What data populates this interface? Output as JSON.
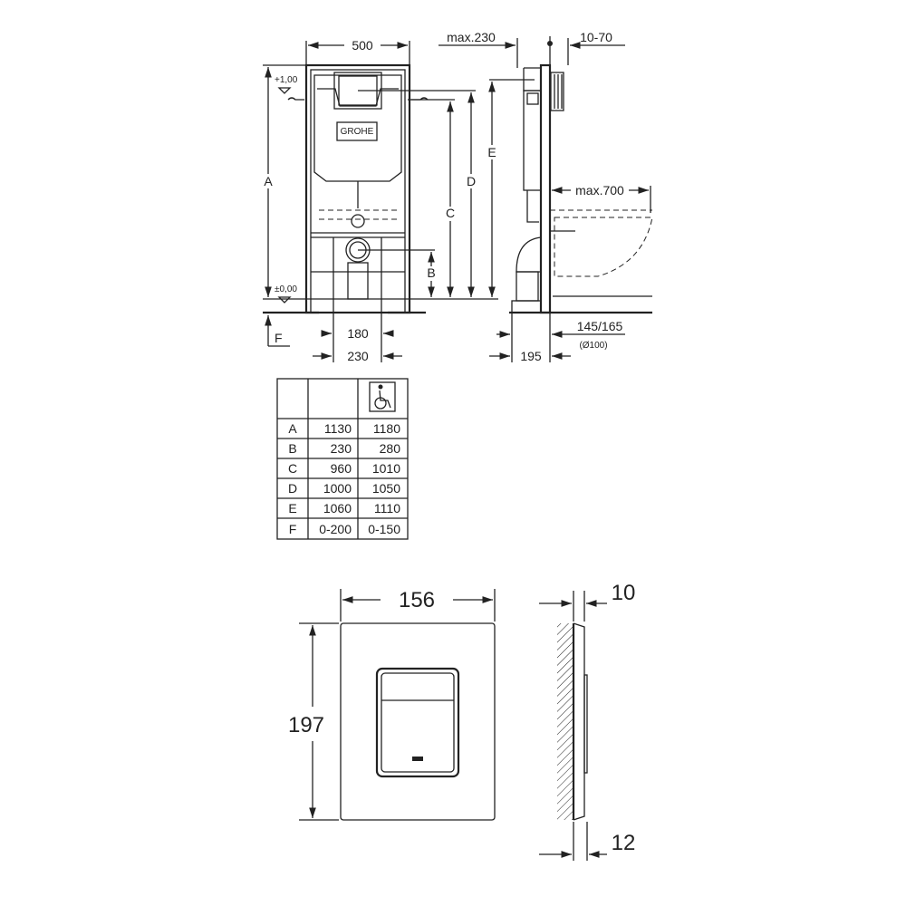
{
  "frame_drawing": {
    "width_label": "500",
    "max230_label": "max.230",
    "range_label": "10-70",
    "level_top": "+1,00",
    "level_zero": "±0,00",
    "dim_letters": [
      "A",
      "B",
      "C",
      "D",
      "E",
      "F"
    ],
    "d180": "180",
    "d230": "230",
    "d195": "195",
    "d145_165": "145/165",
    "pipe_dia": "(Ø100)",
    "max700": "max.700",
    "brand_logo": "GROHE"
  },
  "table": {
    "header_icon": "wheelchair-icon",
    "rows": [
      {
        "key": "A",
        "standard": "1130",
        "accessible": "1180"
      },
      {
        "key": "B",
        "standard": "230",
        "accessible": "280"
      },
      {
        "key": "C",
        "standard": "960",
        "accessible": "1010"
      },
      {
        "key": "D",
        "standard": "1000",
        "accessible": "1050"
      },
      {
        "key": "E",
        "standard": "1060",
        "accessible": "1110"
      },
      {
        "key": "F",
        "standard": "0-200",
        "accessible": "0-150"
      }
    ]
  },
  "plate_drawing": {
    "width": "156",
    "height": "197",
    "depth_top": "10",
    "depth_bottom": "12"
  }
}
